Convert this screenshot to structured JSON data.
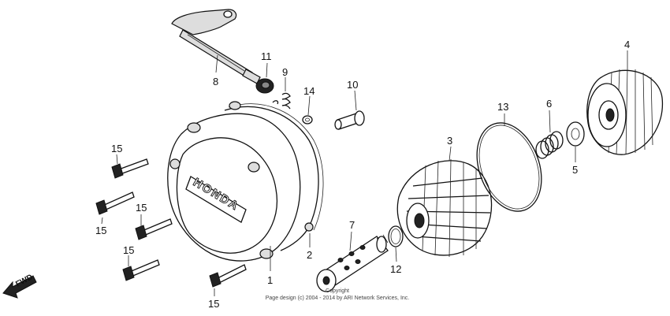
{
  "diagram": {
    "part_labels": [
      {
        "id": "p1",
        "text": "1"
      },
      {
        "id": "p2",
        "text": "2"
      },
      {
        "id": "p3",
        "text": "3"
      },
      {
        "id": "p4",
        "text": "4"
      },
      {
        "id": "p5",
        "text": "5"
      },
      {
        "id": "p6",
        "text": "6"
      },
      {
        "id": "p7",
        "text": "7"
      },
      {
        "id": "p8",
        "text": "8"
      },
      {
        "id": "p9",
        "text": "9"
      },
      {
        "id": "p10",
        "text": "10"
      },
      {
        "id": "p11",
        "text": "11"
      },
      {
        "id": "p12",
        "text": "12"
      },
      {
        "id": "p13",
        "text": "13"
      },
      {
        "id": "p14",
        "text": "14"
      },
      {
        "id": "p15a",
        "text": "15"
      },
      {
        "id": "p15b",
        "text": "15"
      },
      {
        "id": "p15c",
        "text": "15"
      },
      {
        "id": "p15d",
        "text": "15"
      },
      {
        "id": "p15e",
        "text": "15"
      }
    ],
    "cover_logo_text": "HONDA",
    "fwd_label": "FWD",
    "footer": {
      "line1": "Copyright",
      "line2": "Page design (c) 2004 - 2014 by ARI Network Services, Inc."
    }
  }
}
